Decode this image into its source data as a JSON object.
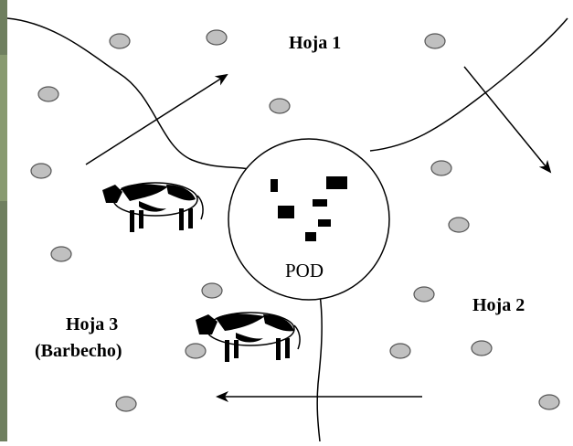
{
  "labels": {
    "leaf1": "Hoja 1",
    "leaf2": "Hoja 2",
    "leaf3_line1": "Hoja 3",
    "leaf3_line2": "(Barbecho)",
    "center": "POD"
  },
  "colors": {
    "background": "#ffffff",
    "ink": "#000000",
    "dot_fill": "#c0c0c0",
    "dot_stroke": "#555555",
    "photo_strip_left": "#6f7f5f",
    "photo_strip_right": "#5f6f55"
  },
  "icons": {
    "cow_top": "cow-icon",
    "cow_bottom": "cow-icon",
    "arrows": [
      "arrow-up-right-icon",
      "arrow-down-right-icon",
      "arrow-left-icon"
    ]
  }
}
